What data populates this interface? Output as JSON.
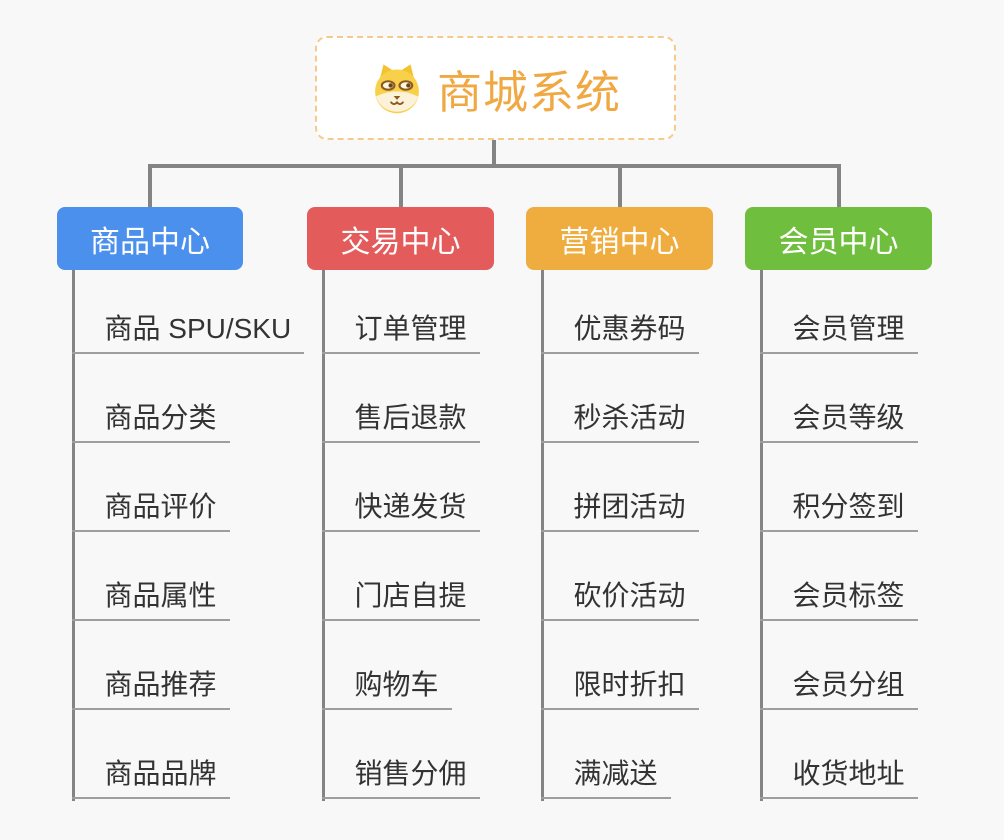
{
  "root": {
    "title": "商城系统",
    "icon": "dog-face-icon"
  },
  "branches": [
    {
      "label": "商品中心",
      "color": "#4A90EC",
      "children": [
        "商品 SPU/SKU",
        "商品分类",
        "商品评价",
        "商品属性",
        "商品推荐",
        "商品品牌"
      ]
    },
    {
      "label": "交易中心",
      "color": "#E45B5C",
      "children": [
        "订单管理",
        "售后退款",
        "快递发货",
        "门店自提",
        "购物车",
        "销售分佣"
      ]
    },
    {
      "label": "营销中心",
      "color": "#EFAD3F",
      "children": [
        "优惠券码",
        "秒杀活动",
        "拼团活动",
        "砍价活动",
        "限时折扣",
        "满减送"
      ]
    },
    {
      "label": "会员中心",
      "color": "#70BE3D",
      "children": [
        "会员管理",
        "会员等级",
        "积分签到",
        "会员标签",
        "会员分组",
        "收货地址"
      ]
    }
  ],
  "colors": {
    "background": "#F8F8F8",
    "connector_line": "#848484",
    "underline": "#9E9E9E",
    "text": "#333333",
    "root_accent": "#F0A843",
    "root_border": "#F5CA8B"
  }
}
